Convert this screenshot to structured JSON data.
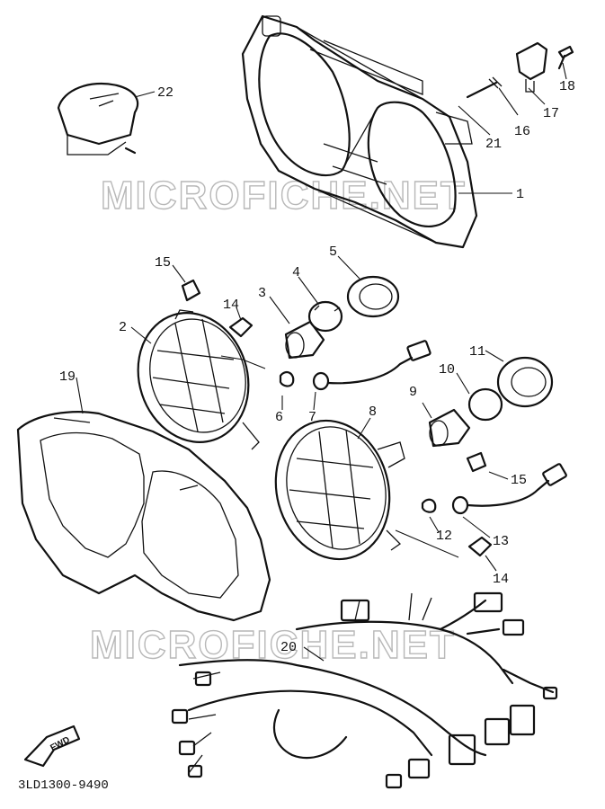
{
  "diagram": {
    "code": "3LD1300-9490",
    "fwd_label": "FWD",
    "watermark": "MICROFICHE.NET",
    "watermark_lower": "MICROFICHE.NET",
    "callouts": {
      "c1": "1",
      "c2": "2",
      "c3": "3",
      "c4": "4",
      "c5": "5",
      "c6": "6",
      "c7": "7",
      "c8": "8",
      "c9": "9",
      "c10": "10",
      "c11": "11",
      "c12": "12",
      "c13": "13",
      "c14a": "14",
      "c14b": "14",
      "c15a": "15",
      "c15b": "15",
      "c16": "16",
      "c17": "17",
      "c18": "18",
      "c19": "19",
      "c20": "20",
      "c21": "21",
      "c22": "22"
    }
  }
}
